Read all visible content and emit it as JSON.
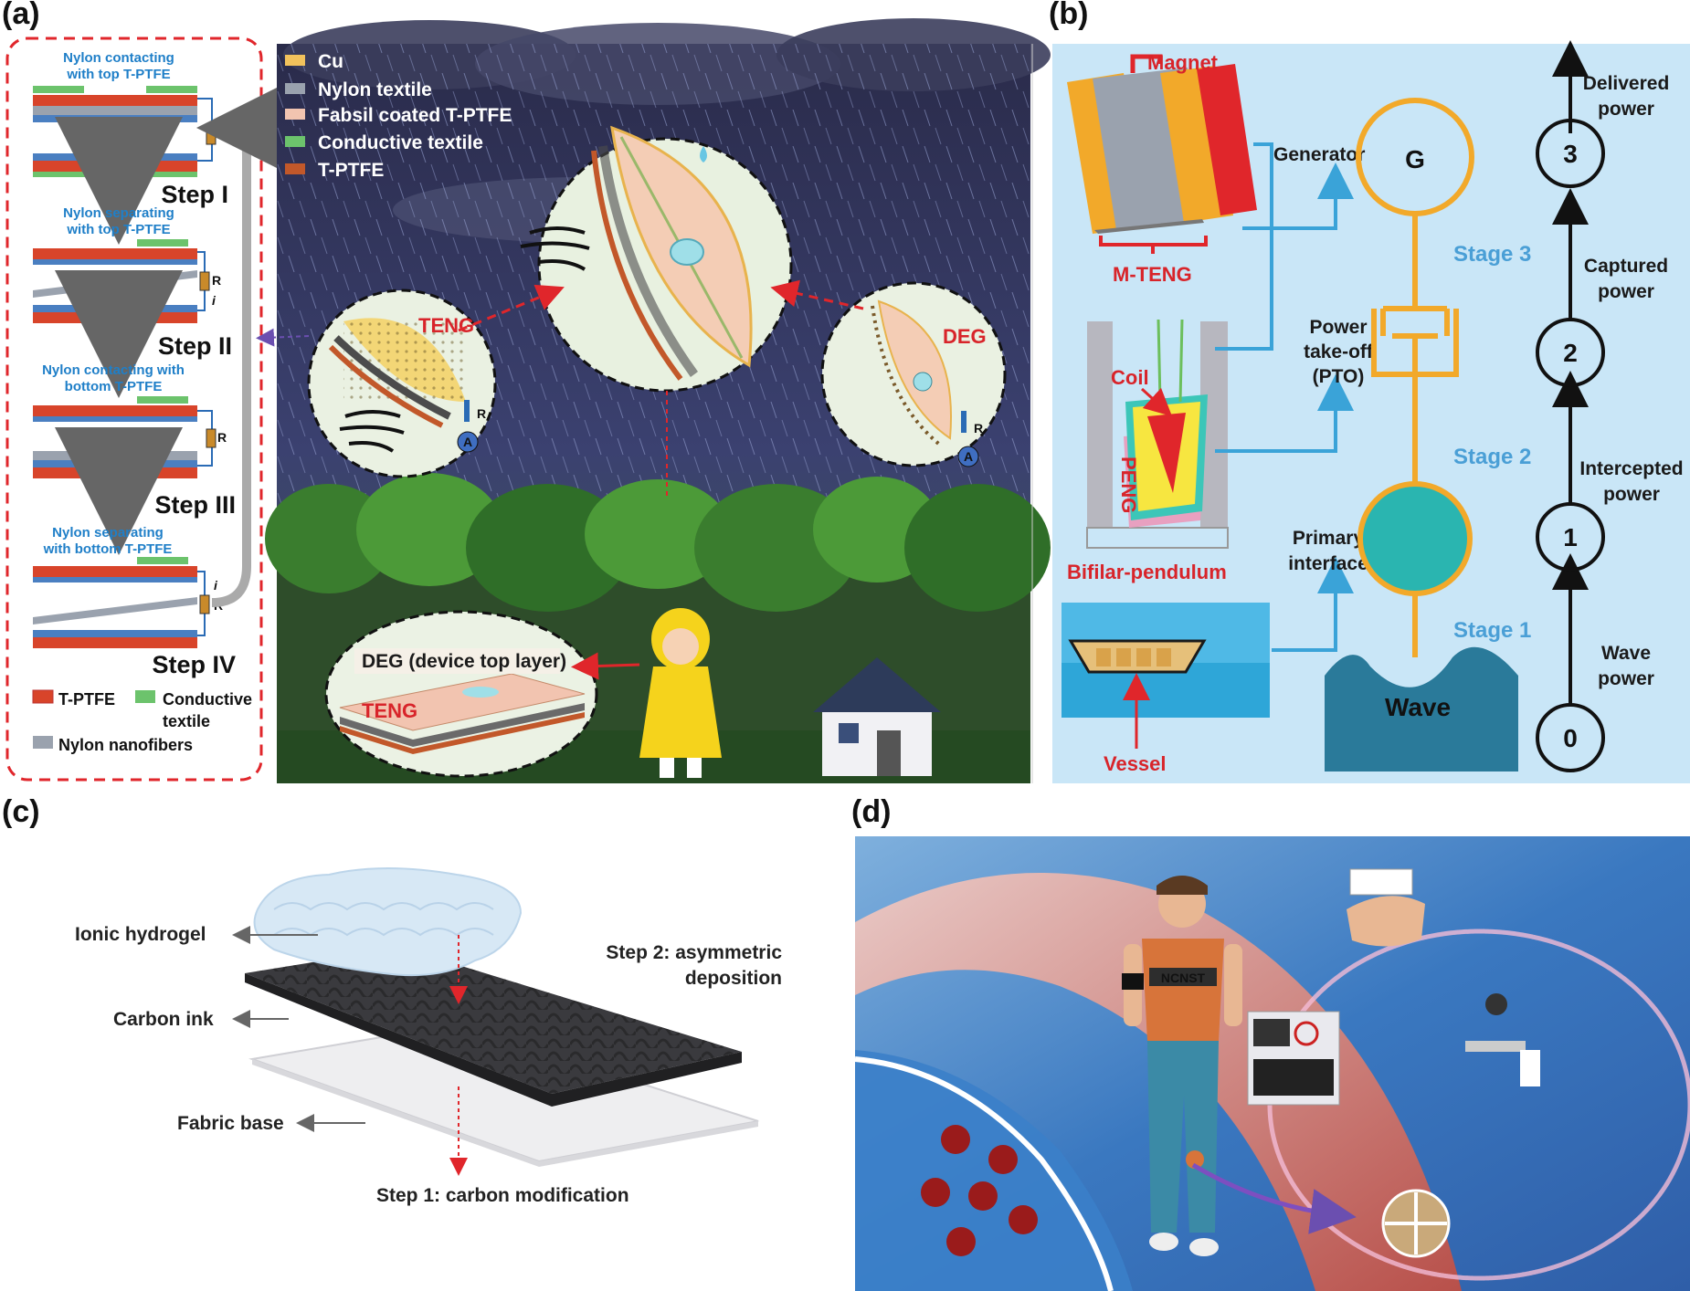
{
  "panels": {
    "a": {
      "label": "(a)",
      "steps": [
        {
          "caption": [
            "Nylon contacting",
            "with top T-PTFE"
          ],
          "name": "Step I"
        },
        {
          "caption": [
            "Nylon separating",
            "with top T-PTFE"
          ],
          "name": "Step II"
        },
        {
          "caption": [
            "Nylon contacting with",
            "bottom T-PTFE"
          ],
          "name": "Step III"
        },
        {
          "caption": [
            "Nylon separating",
            "with bottom T-PTFE"
          ],
          "name": "Step IV"
        }
      ],
      "resistor": "R",
      "current": "i",
      "ammeter": "A",
      "left_legend": {
        "t_ptfe": "T-PTFE",
        "conductive": [
          "Conductive",
          "textile"
        ],
        "nylon": "Nylon nanofibers"
      },
      "scene_legend": [
        "Cu",
        "Nylon textile",
        "Fabsil coated T-PTFE",
        "Conductive textile",
        "T-PTFE"
      ],
      "teng_label": "TENG",
      "deg_label": "DEG",
      "deg_top": "DEG (device top layer)",
      "teng_bottom": "TENG"
    },
    "b": {
      "label": "(b)",
      "magnet": "Magnet",
      "mteng": "M-TENG",
      "coil": "Coil",
      "peng": "PENG",
      "bifilar": "Bifilar-pendulum",
      "vessel": "Vessel",
      "generator": "Generator",
      "g": "G",
      "pto": [
        "Power",
        "take-off",
        "(PTO)"
      ],
      "primary": [
        "Primary",
        "interface"
      ],
      "wave": "Wave",
      "stages": [
        "Stage 3",
        "Stage 2",
        "Stage 1"
      ],
      "nodes": [
        "3",
        "2",
        "1",
        "0"
      ],
      "node_labels": [
        [
          "Delivered",
          "power"
        ],
        [
          "Captured",
          "power"
        ],
        [
          "Intercepted",
          "power"
        ],
        [
          "Wave",
          "power"
        ]
      ]
    },
    "c": {
      "label": "(c)",
      "hydrogel": "Ionic hydrogel",
      "carbon": "Carbon ink",
      "fabric": "Fabric base",
      "step2": [
        "Step 2: asymmetric",
        "deposition"
      ],
      "step1": "Step 1: carbon modification"
    },
    "d": {
      "label": "(d)",
      "shirt": "NCNST"
    }
  },
  "colors": {
    "red_dash": "#e0262b",
    "scene_sky": "#2b2f52",
    "panel_b_bg": "#c9e6f7",
    "panel_d_sky": "#3a78c0",
    "accent_orange": "#f2a92a",
    "accent_blue": "#3aa3d8"
  }
}
